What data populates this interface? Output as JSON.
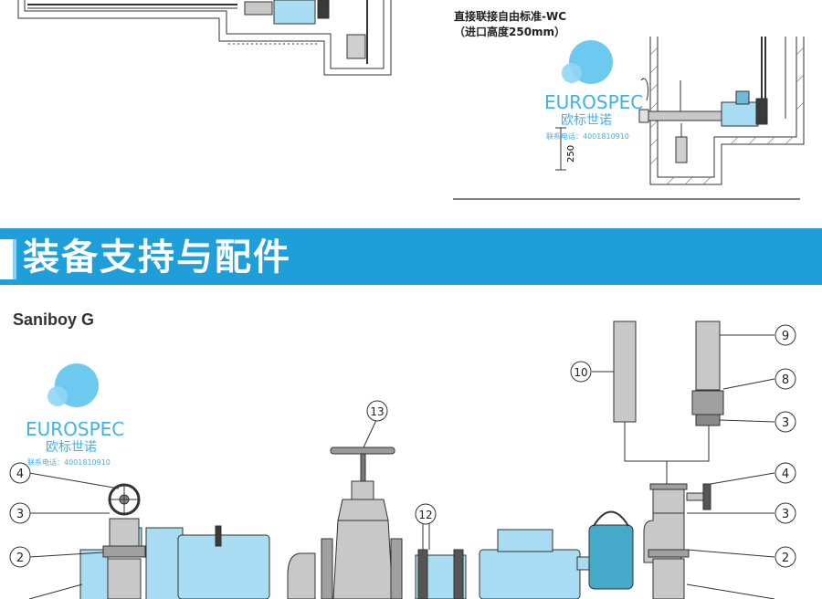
{
  "install_example": {
    "caption_line1": "直接联接自由标准-WC",
    "caption_line2": "（进口高度250mm）",
    "dimension_label": "250"
  },
  "watermark": {
    "brand": "EUROSPEC",
    "brand_cn": "欧标世诺",
    "phone": "联系电话：4001810910"
  },
  "section_banner": {
    "title": "装备支持与配件"
  },
  "accessories": {
    "product_name": "Saniboy G",
    "callouts_right": [
      "9",
      "8",
      "3",
      "4",
      "3",
      "2"
    ],
    "callouts_left": [
      "4",
      "3",
      "2"
    ],
    "callout_top_left": "10",
    "callout_valve": "13",
    "callout_clamp": "12"
  },
  "colors": {
    "banner": "#1e9fd9",
    "pump_blue": "#a8dcf2",
    "pipe_grey": "#c8c8c8",
    "line": "#333333"
  }
}
